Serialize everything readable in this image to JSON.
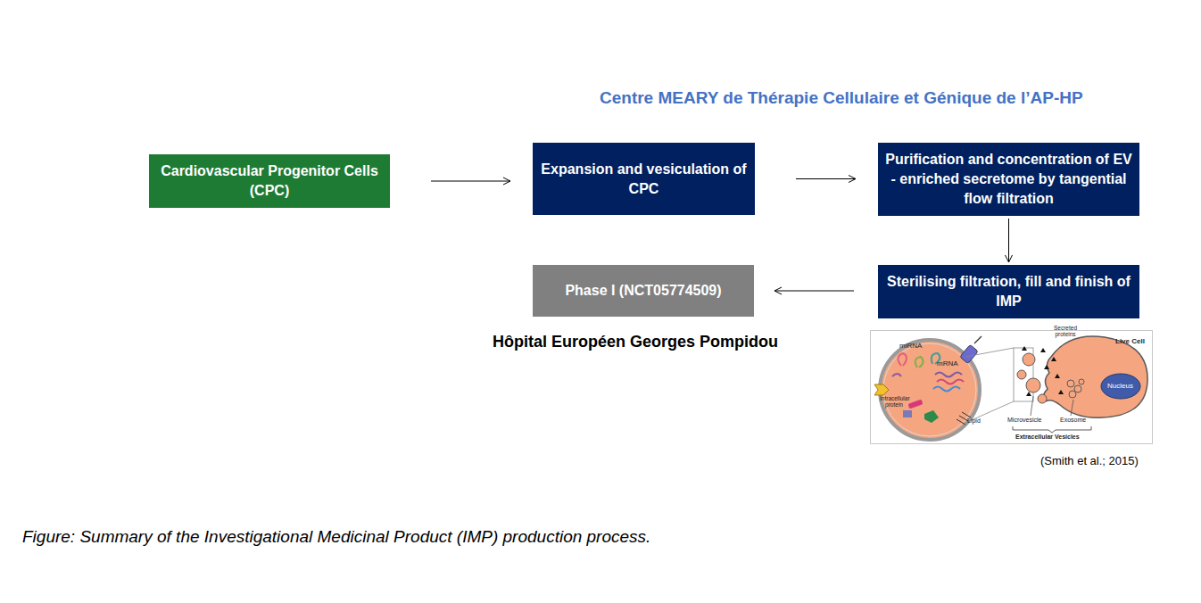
{
  "diagram": {
    "caption": "Figure: Summary of the Investigational Medicinal Product (IMP) production process.",
    "nodes": [
      {
        "text": [
          "Cardiovascular Progenitor Cells (CPC)"
        ]
      },
      {
        "text": [
          "Expansion and vesiculation of CPC"
        ]
      },
      {
        "text": [
          "Purification and concentration of EV - enriched secretome by tangential flow filtration"
        ]
      },
      {
        "text": [
          "Sterilising filtration, fill and finish of IMP"
        ]
      },
      {
        "text": [
          "Phase I (NCT05774509)"
        ]
      }
    ],
    "edges": [
      {
        "from": 0,
        "to": 1,
        "arrow": "to"
      },
      {
        "from": 1,
        "to": 2,
        "arrow": "to"
      },
      {
        "from": 2,
        "to": 3,
        "arrow": "to"
      },
      {
        "from": 3,
        "to": 4,
        "arrow": "to"
      }
    ],
    "labels": [
      "Centre MEARY de Thérapie Cellulaire et Génique de l’AP-HP",
      "Hôpital Européen Georges Pompidou",
      "miRNA",
      "mRNA",
      "Intracellular protein",
      "Lipid",
      "Secreted proteins",
      "Live Cell",
      "Nucleus",
      "Microvesicle",
      "Exosome",
      "Extracellular Vesicles",
      "(Smith et al.; 2015)"
    ]
  }
}
